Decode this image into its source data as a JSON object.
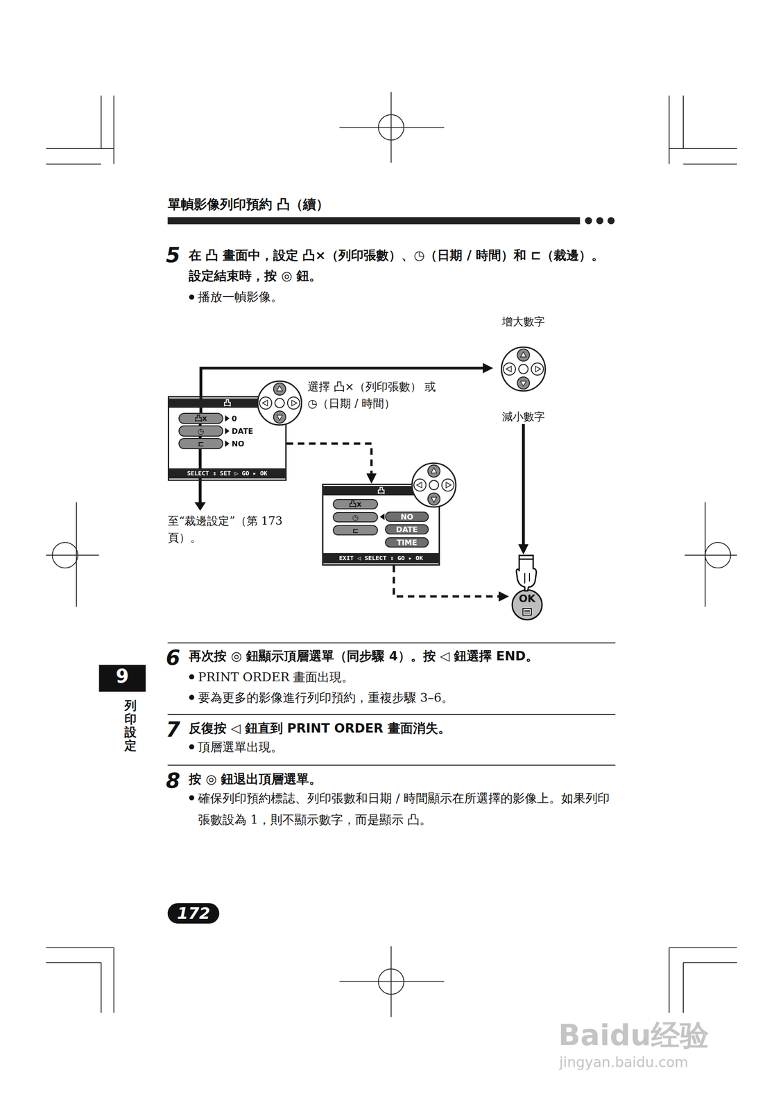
{
  "diagram": {
    "title": "單幀影像列印預約 凸（續）",
    "nodes": [
      {
        "text": [
          "增大數字",
          "減小數字"
        ]
      },
      {
        "text": [
          "凸",
          "SELECT ⇕ SET ▷ GO ▸ OK"
        ]
      },
      {
        "text": [
          "凸x",
          "0"
        ],
        "in": 1
      },
      {
        "text": [
          "◷",
          "DATE"
        ],
        "in": 1
      },
      {
        "text": [
          "⊏",
          "NO"
        ],
        "in": 1
      },
      {
        "text": [
          "凸",
          "EXIT ◁ SELECT ⇕ GO ▸ OK"
        ]
      },
      {
        "text": [
          "凸x"
        ],
        "in": 5
      },
      {
        "text": [
          "◷"
        ],
        "in": 5
      },
      {
        "text": [
          "⊏"
        ],
        "in": 5
      },
      {
        "text": [
          "NO"
        ],
        "in": 5
      },
      {
        "text": [
          "DATE"
        ],
        "in": 5
      },
      {
        "text": [
          "TIME"
        ],
        "in": 5
      },
      {
        "text": [
          "OK"
        ]
      }
    ],
    "edges": [
      {
        "from": 2,
        "to": 0,
        "arrow": "to"
      },
      {
        "from": 0,
        "to": 12,
        "arrow": "to"
      },
      {
        "from": 1,
        "to": 5,
        "arrow": "to"
      },
      {
        "from": 5,
        "to": 12,
        "arrow": "to"
      }
    ],
    "labels": [
      "5",
      "在 凸 畫面中，設定 凸×（列印張數）、◷（日期 / 時間）和 ⊏（裁邊）。設定結束時，按 ◎ 鈕。",
      "播放一幀影像。",
      "選擇 凸×（列印張數） 或 ◷（日期 / 時間）",
      "至“裁邊設定”（第 173 頁）。",
      "6",
      "再次按 ◎ 鈕顯示頂層選單（同步驟 4）。按 ◁ 鈕選擇 END。",
      "PRINT ORDER 畫面出現。",
      "要為更多的影像進行列印預約，重複步驟 3–6。",
      "7",
      "反復按 ◁ 鈕直到 PRINT ORDER 畫面消失。",
      "頂層選單出現。",
      "8",
      "按 ◎ 鈕退出頂層選單。",
      "確保列印預約標誌、列印張數和日期 / 時間顯示在所選擇的影像上。如果列印張數設為 1，則不顯示數字，而是顯示 凸。",
      "9",
      "列印設定",
      "172",
      "Baidu经验",
      "jingyan.baidu.com"
    ]
  }
}
